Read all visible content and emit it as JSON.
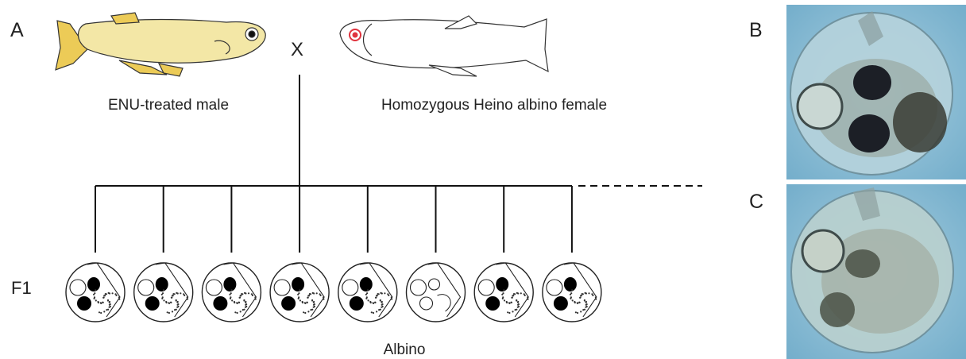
{
  "panels": {
    "a": "A",
    "b": "B",
    "c": "C"
  },
  "parents": {
    "cross_symbol": "X",
    "male_caption": "ENU-treated male",
    "female_caption": "Homozygous Heino albino female"
  },
  "offspring": {
    "generation_label": "F1",
    "phenotype_caption": "Albino",
    "embryos": [
      {
        "pigmented": true
      },
      {
        "pigmented": true
      },
      {
        "pigmented": true
      },
      {
        "pigmented": true
      },
      {
        "pigmented": true
      },
      {
        "pigmented": false
      },
      {
        "pigmented": true
      },
      {
        "pigmented": true
      }
    ]
  },
  "colors": {
    "male_body": "#f3e7a6",
    "male_fins": "#eccb57",
    "female_eye": "#e0343f",
    "photo_bg": "#7fb6d0"
  }
}
